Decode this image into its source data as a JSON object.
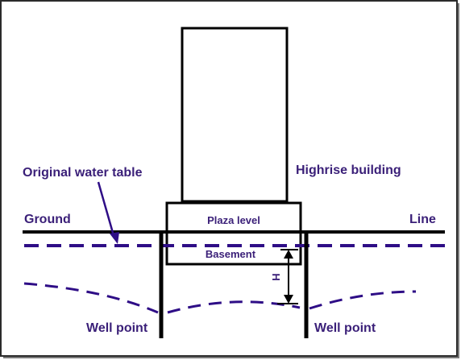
{
  "colors": {
    "ink": "#000000",
    "label": "#3a1f78",
    "water": "#2e0d86",
    "frame": "#2b2b2b",
    "shadow": "#7a7a7a"
  },
  "labels": {
    "original_water_table": "Original water table",
    "highrise_building": "Highrise building",
    "ground": "Ground",
    "line": "Line",
    "plaza_level": "Plaza level",
    "basement": "Basement",
    "h": "H",
    "well_point_left": "Well point",
    "well_point_right": "Well point"
  }
}
